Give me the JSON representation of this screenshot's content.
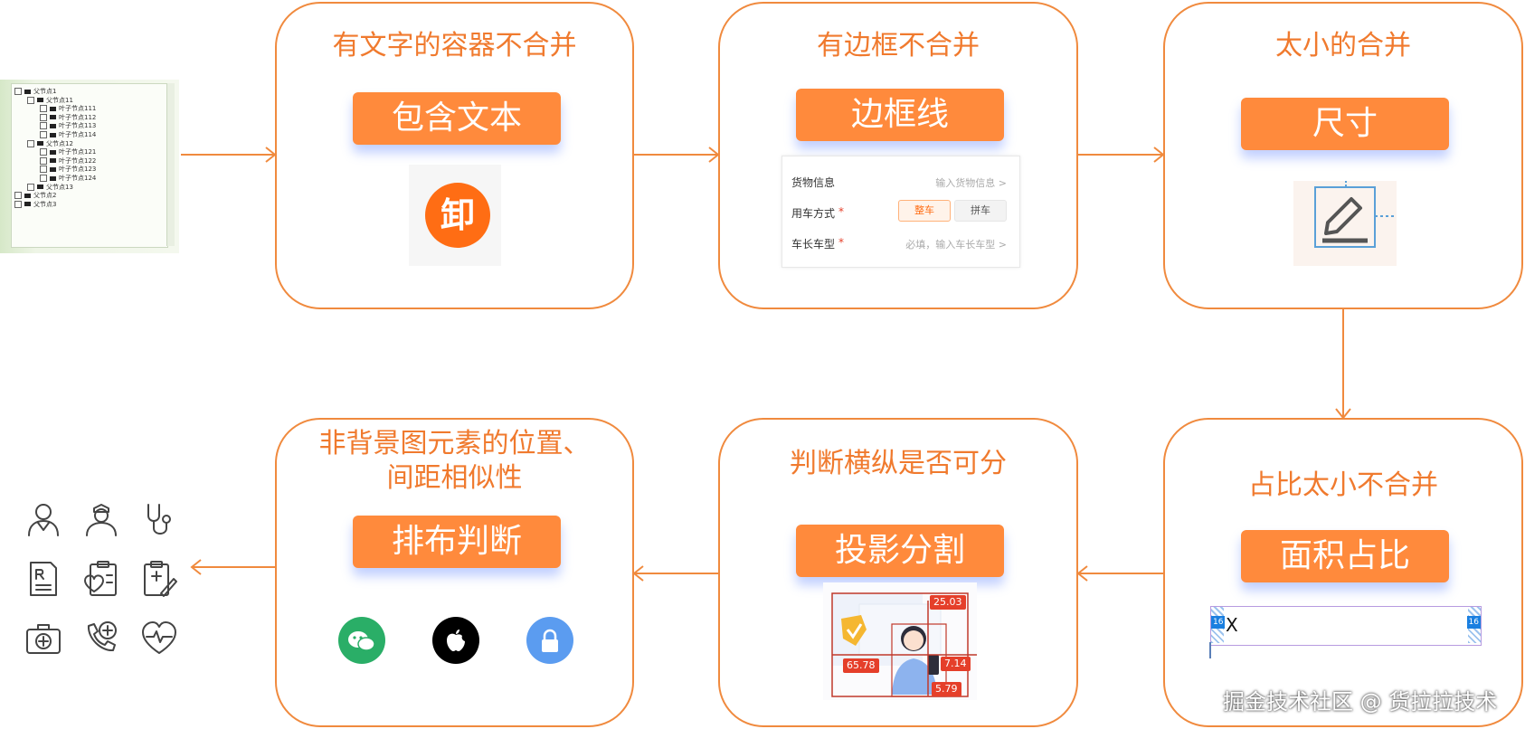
{
  "boxes": {
    "text_container": {
      "title": "有文字的容器不合并",
      "button": "包含文本",
      "glyph": "卸"
    },
    "border": {
      "title": "有边框不合并",
      "button": "边框线"
    },
    "small": {
      "title": "太小的合并",
      "button": "尺寸"
    },
    "ratio": {
      "title": "占比太小不合并",
      "button": "面积占比",
      "badge_left": "16",
      "badge_right": "16",
      "mark": "X"
    },
    "projection": {
      "title": "判断横纵是否可分",
      "button": "投影分割",
      "labels": [
        "25.03",
        "65.78",
        "7.14",
        "5.79"
      ]
    },
    "layout": {
      "title_line1": "非背景图元素的位置、",
      "title_line2": "间距相似性",
      "button": "排布判断"
    }
  },
  "form": {
    "rows": [
      {
        "label": "货物信息",
        "hint": "输入货物信息 >"
      },
      {
        "label": "用车方式",
        "required": "*",
        "opt1": "整车",
        "opt2": "拼车"
      },
      {
        "label": "车长车型",
        "required": "*",
        "hint": "必填，输入车长车型 >"
      }
    ]
  },
  "tree": {
    "nodes": [
      "父节点1",
      "父节点11",
      "叶子节点111",
      "叶子节点112",
      "叶子节点113",
      "叶子节点114",
      "父节点12",
      "叶子节点121",
      "叶子节点122",
      "叶子节点123",
      "叶子节点124",
      "父节点13",
      "父节点2",
      "父节点3"
    ]
  },
  "watermark": "掘金技术社区 @ 货拉拉技术",
  "colors": {
    "accent": "#f08a3e",
    "button": "#ff8a3c",
    "wechat": "#2aae67",
    "lock": "#5b9cf0"
  }
}
